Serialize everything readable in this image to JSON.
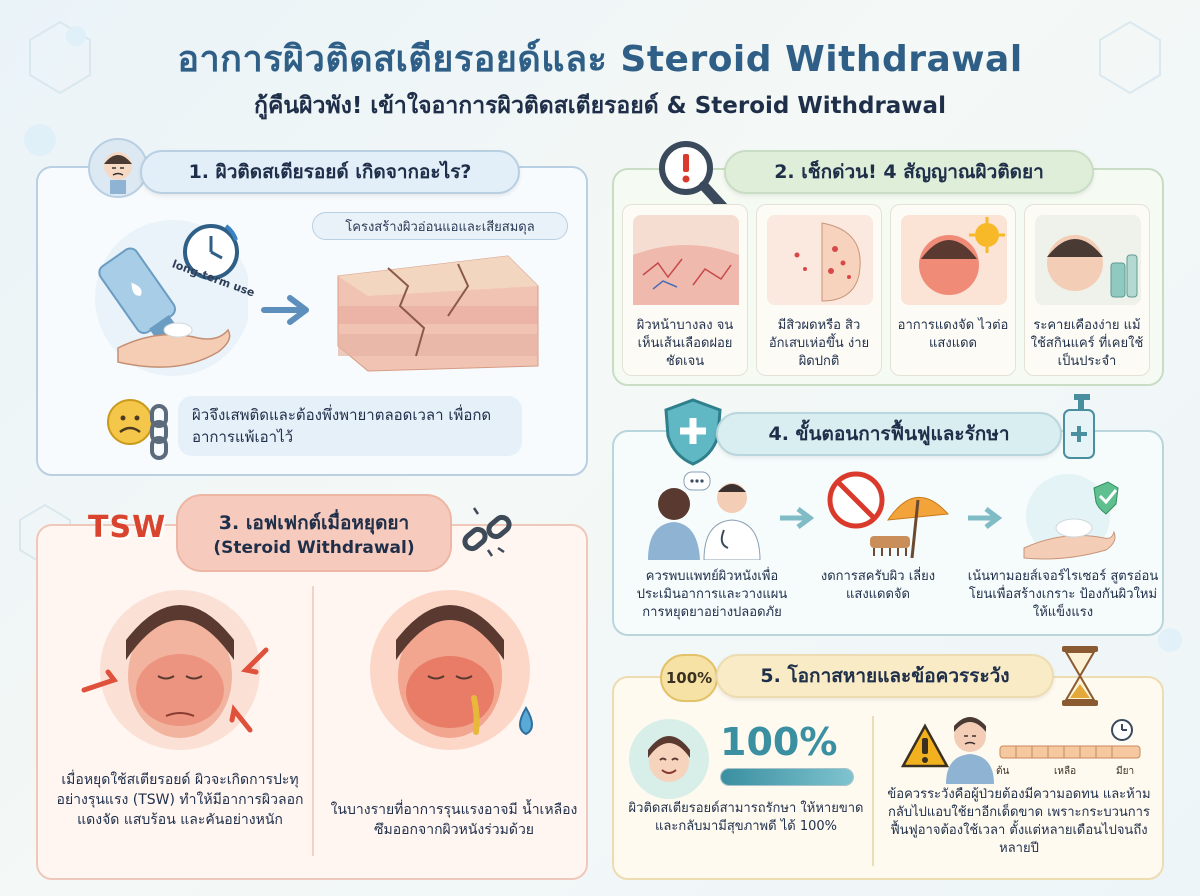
{
  "title": "อาการผิวติดสเตียรอยด์และ Steroid Withdrawal",
  "subtitle": "กู้คืนผิวพัง! เข้าใจอาการผิวติดสเตียรอยด์ & Steroid Withdrawal",
  "section1": {
    "heading": "1. ผิวติดสเตียรอยด์ เกิดจากอะไร?",
    "clock_label": "long-term use",
    "structure_label": "โครงสร้างผิวอ่อนแอและเสียสมดุล",
    "note": "ผิวจึงเสพติดและต้องพึ่งพายาตลอดเวลา เพื่อกดอาการแพ้เอาไว้"
  },
  "section2": {
    "heading": "2. เช็กด่วน! 4 สัญญาณผิวติดยา",
    "cards": [
      {
        "label": "ผิวหน้าบางลง จนเห็นเส้นเลือดฝอยชัดเจน"
      },
      {
        "label": "มีสิวผดหรือ สิวอักเสบเห่อขึ้น ง่ายผิดปกติ"
      },
      {
        "label": "อาการแดงจัด ไวต่อแสงแดด"
      },
      {
        "label": "ระคายเคืองง่าย แม้ใช้สกินแคร์ ที่เคยใช้เป็นประจำ"
      }
    ]
  },
  "section3": {
    "tag": "TSW",
    "heading": "3. เอฟเฟกต์เมื่อหยุดยา",
    "heading2": "(Steroid Withdrawal)",
    "left_text": "เมื่อหยุดใช้สเตียรอยด์ ผิวจะเกิดการปะทุอย่างรุนแรง (TSW) ทำให้มีอาการผิวลอก แดงจัด แสบร้อน และคันอย่างหนัก",
    "right_text": "ในบางรายที่อาการรุนแรงอาจมี น้ำเหลืองซึมออกจากผิวหนังร่วมด้วย"
  },
  "section4": {
    "heading": "4. ขั้นตอนการฟื้นฟูและรักษา",
    "steps": [
      {
        "label": "ควรพบแพทย์ผิวหนังเพื่อ ประเมินอาการและวางแผน การหยุดยาอย่างปลอดภัย"
      },
      {
        "label": "งดการสครับผิว เลี่ยงแสงแดดจัด"
      },
      {
        "label": "เน้นทามอยส์เจอร์ไรเซอร์ สูตรอ่อนโยนเพื่อสร้างเกราะ ป้องกันผิวใหม่ให้แข็งแรง"
      }
    ]
  },
  "section5": {
    "heading": "5. โอกาสหายและข้อควรระวัง",
    "badge": "100%",
    "big_percent": "100%",
    "recovery_progress": 1.0,
    "left_text": "ผิวติดสเตียรอยด์สามารถรักษา ให้หายขาดและกลับมามีสุขภาพดี ได้ 100%",
    "timeline_labels": [
      "ต้น",
      "เหลือ",
      "มียา"
    ],
    "right_text": "ข้อควรระวังคือผู้ป่วยต้องมีความอดทน และห้ามกลับไปแอบใช้ยาอีกเด็ดขาด เพราะกระบวนการฟื้นฟูอาจต้องใช้เวลา ตั้งแต่หลายเดือนไปจนถึงหลายปี"
  }
}
